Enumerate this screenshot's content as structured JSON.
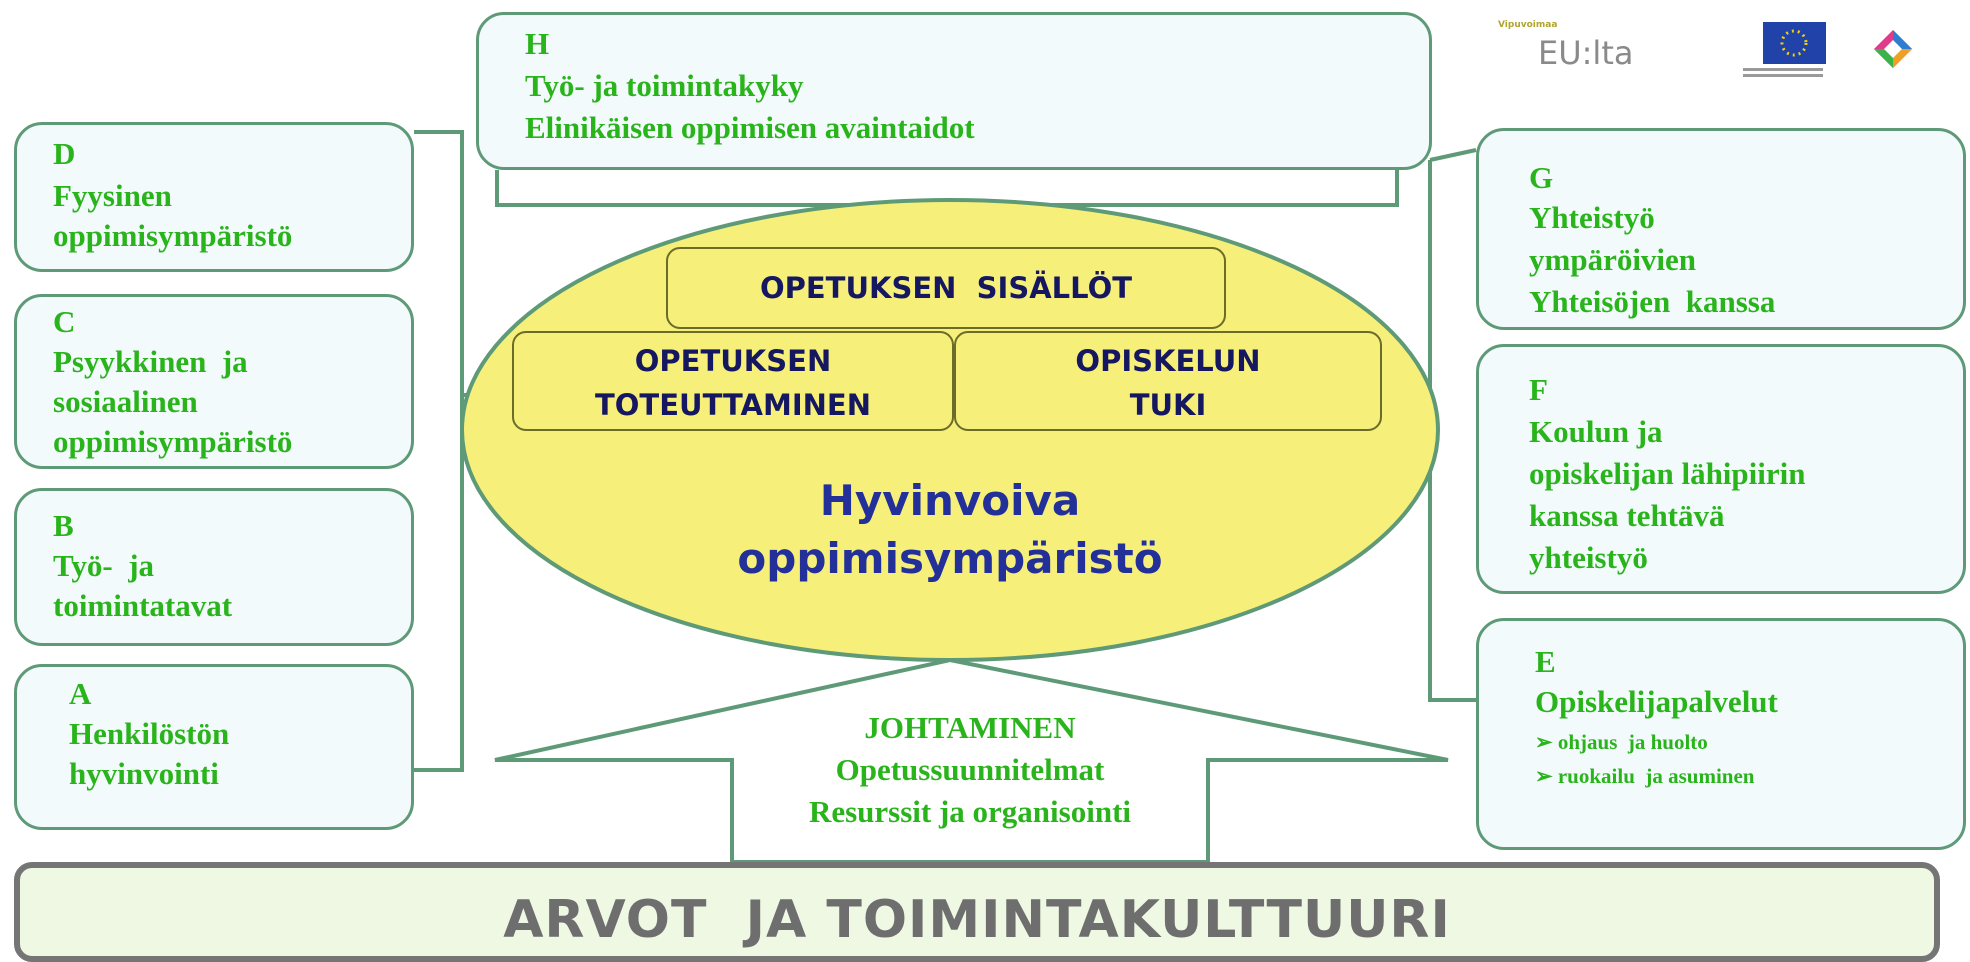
{
  "boxes": {
    "h": {
      "letter": "H",
      "line1": "Työ- ja toimintakyky",
      "line2": "Elinikäisen oppimisen avaintaidot"
    },
    "d": {
      "letter": "D",
      "line1": "Fyysinen",
      "line2": "oppimisympäristö"
    },
    "c": {
      "letter": "C",
      "line1": "Psyykkinen  ja",
      "line2": "sosiaalinen",
      "line3": "oppimisympäristö"
    },
    "b": {
      "letter": "B",
      "line1": "Työ-  ja",
      "line2": "toimintatavat"
    },
    "a": {
      "letter": "A",
      "line1": "Henkilöstön",
      "line2": "hyvinvointi"
    },
    "g": {
      "letter": "G",
      "line1": "Yhteistyö",
      "line2": "ympäröivien",
      "line3": "Yhteisöjen  kanssa"
    },
    "f": {
      "letter": "F",
      "line1": "Koulun ja",
      "line2": "opiskelijan lähipiirin",
      "line3": "kanssa tehtävä",
      "line4": "yhteistyö"
    },
    "e": {
      "letter": "E",
      "line1": "Opiskelijapalvelut",
      "line2": "➢ ohjaus  ja huolto",
      "line3": "➢ ruokailu  ja asuminen"
    }
  },
  "center": {
    "content": "OPETUKSEN  SISÄLLÖT",
    "implementation": "OPETUKSEN\nTOTEUTTAMINEN",
    "support": "OPISKELUN\nTUKI",
    "title": "Hyvinvoiva\noppimisympäristö"
  },
  "management": {
    "line1": "JOHTAMINEN",
    "line2": "Opetussuunnitelmat",
    "line3": "Resurssit ja organisointi"
  },
  "base": {
    "label": "ARVOT  JA TOIMINTAKULTTUURI"
  },
  "logos": {
    "eu_small": "Vipuvoimaa",
    "eu_main": "EU:lta"
  },
  "colors": {
    "box_text": "#2ab41c",
    "box_border": "#5e9a78",
    "ellipse_fill": "#f6f07a",
    "center_text": "#24309a",
    "base_text": "#6e6e6e"
  }
}
